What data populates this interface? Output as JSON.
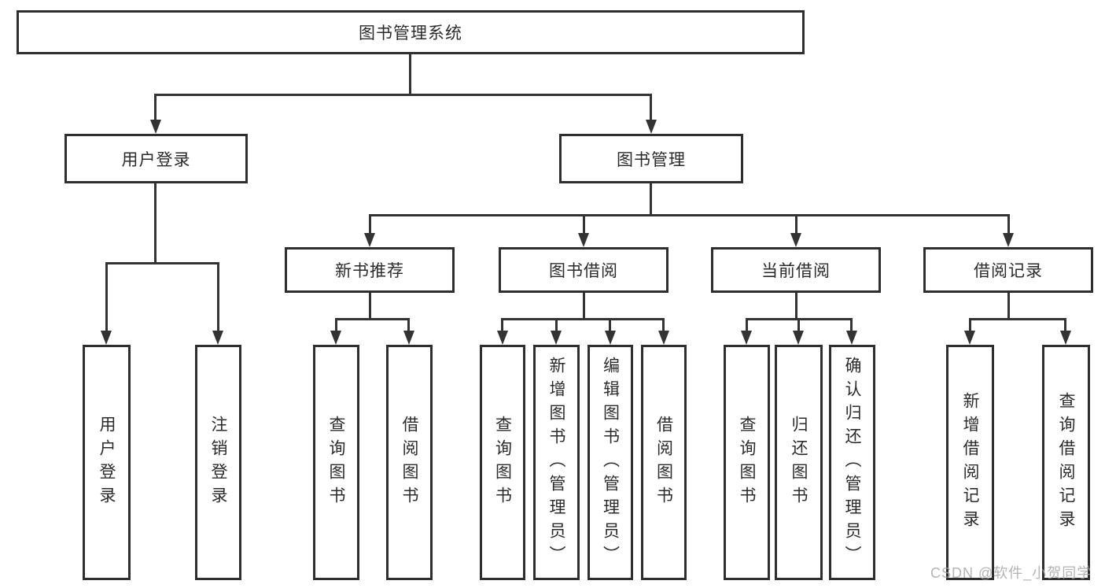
{
  "colors": {
    "background": "#ffffff",
    "box_border": "#2e2e2e",
    "connector_line": "#333333",
    "text": "#2b2b2b",
    "watermark": "#a2a2a2"
  },
  "watermark": {
    "text": "CSDN @软件_小贺同学"
  },
  "tree": {
    "label": "图书管理系统",
    "children": [
      {
        "label": "用户登录",
        "children": [
          {
            "label": "用户登录"
          },
          {
            "label": "注销登录"
          }
        ]
      },
      {
        "label": "图书管理",
        "children": [
          {
            "label": "新书推荐",
            "children": [
              {
                "label": "查询图书"
              },
              {
                "label": "借阅图书"
              }
            ]
          },
          {
            "label": "图书借阅",
            "children": [
              {
                "label": "查询图书"
              },
              {
                "label": "新增图书（管理员）"
              },
              {
                "label": "编辑图书（管理员）"
              },
              {
                "label": "借阅图书"
              }
            ]
          },
          {
            "label": "当前借阅",
            "children": [
              {
                "label": "查询图书"
              },
              {
                "label": "归还图书"
              },
              {
                "label": "确认归还（管理员）"
              }
            ]
          },
          {
            "label": "借阅记录",
            "children": [
              {
                "label": "新增借阅记录"
              },
              {
                "label": "查询借阅记录"
              }
            ]
          }
        ]
      }
    ]
  }
}
